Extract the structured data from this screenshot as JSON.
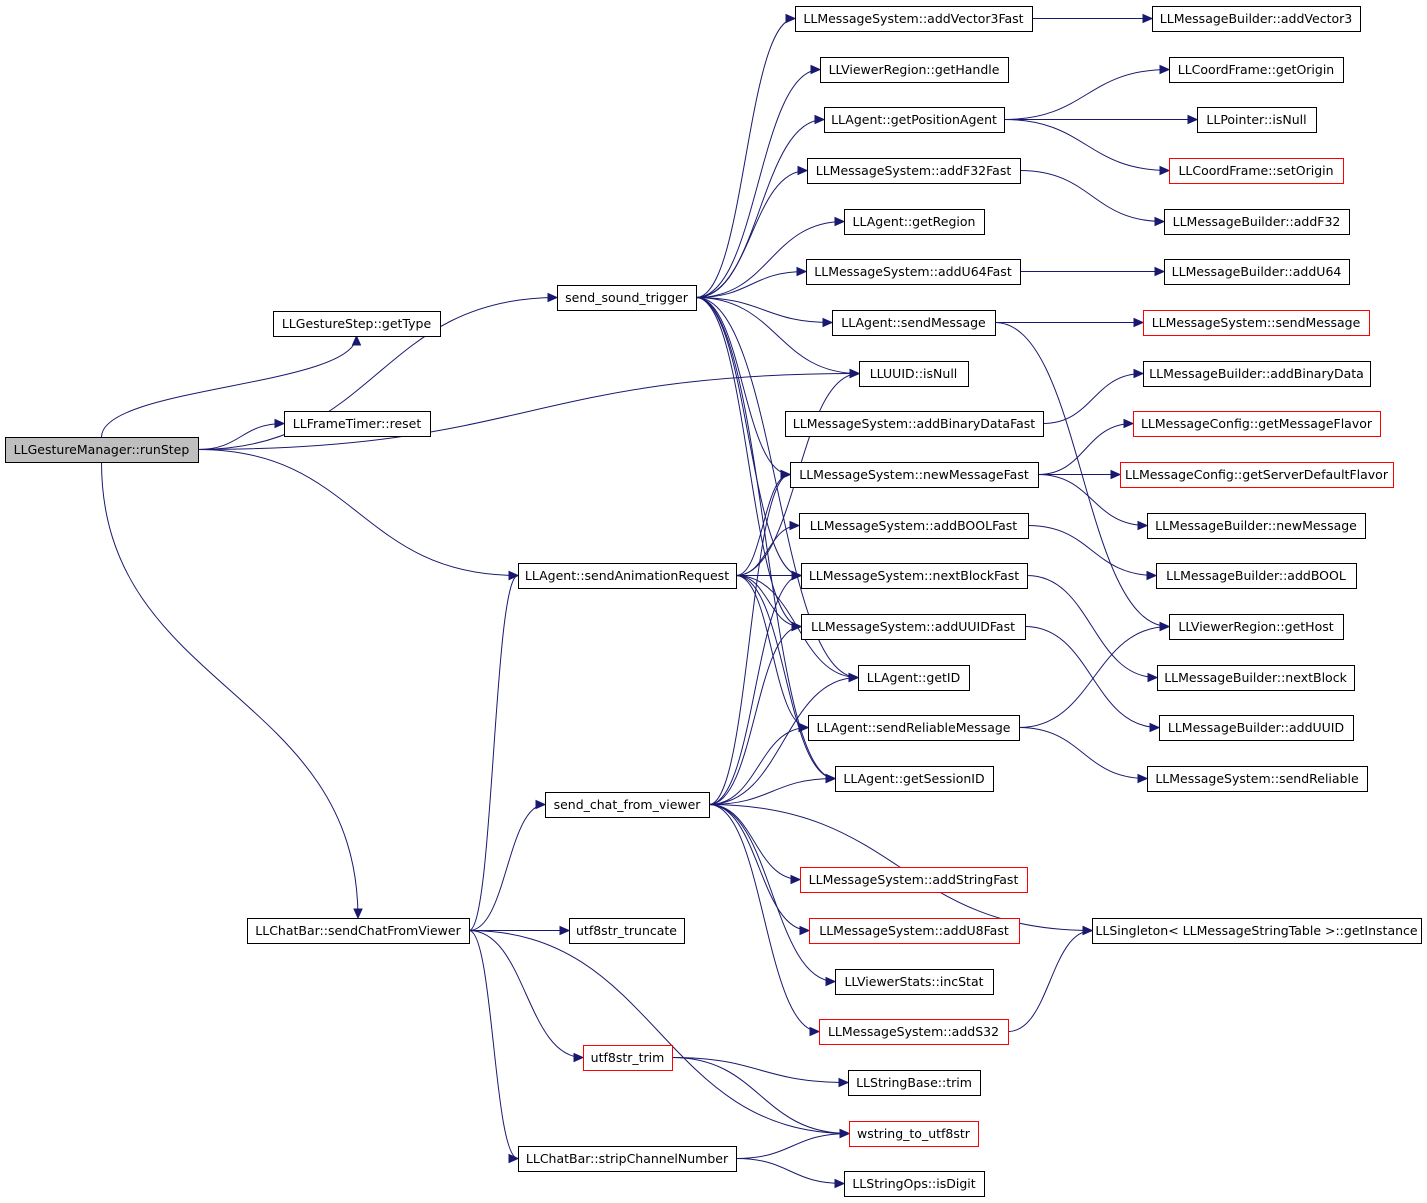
{
  "colors": {
    "edge": "#191970",
    "root_fill": "#bfbfbf",
    "external_border": "#ff0000",
    "node_border": "#000000"
  },
  "nodes": [
    {
      "id": "runStep",
      "label": "LLGestureManager::runStep",
      "root": true
    },
    {
      "id": "getType",
      "label": "LLGestureStep::getType"
    },
    {
      "id": "reset",
      "label": "LLFrameTimer::reset"
    },
    {
      "id": "sst",
      "label": "send_sound_trigger"
    },
    {
      "id": "sar",
      "label": "LLAgent::sendAnimationRequest"
    },
    {
      "id": "scfv",
      "label": "send_chat_from_viewer"
    },
    {
      "id": "cbscfv",
      "label": "LLChatBar::sendChatFromViewer"
    },
    {
      "id": "utrunc",
      "label": "utf8str_truncate"
    },
    {
      "id": "utrim",
      "label": "utf8str_trim",
      "red": true
    },
    {
      "id": "scn",
      "label": "LLChatBar::stripChannelNumber"
    },
    {
      "id": "addV3F",
      "label": "LLMessageSystem::addVector3Fast"
    },
    {
      "id": "getHandle",
      "label": "LLViewerRegion::getHandle"
    },
    {
      "id": "getPos",
      "label": "LLAgent::getPositionAgent"
    },
    {
      "id": "addF32F",
      "label": "LLMessageSystem::addF32Fast"
    },
    {
      "id": "getRegion",
      "label": "LLAgent::getRegion"
    },
    {
      "id": "addU64F",
      "label": "LLMessageSystem::addU64Fast"
    },
    {
      "id": "sendMsg",
      "label": "LLAgent::sendMessage"
    },
    {
      "id": "uuidNull",
      "label": "LLUUID::isNull"
    },
    {
      "id": "addBinF",
      "label": "LLMessageSystem::addBinaryDataFast"
    },
    {
      "id": "newMsgF",
      "label": "LLMessageSystem::newMessageFast"
    },
    {
      "id": "addBoolF",
      "label": "LLMessageSystem::addBOOLFast"
    },
    {
      "id": "nextBlkF",
      "label": "LLMessageSystem::nextBlockFast"
    },
    {
      "id": "addUUIDF",
      "label": "LLMessageSystem::addUUIDFast"
    },
    {
      "id": "getID",
      "label": "LLAgent::getID"
    },
    {
      "id": "sendRel",
      "label": "LLAgent::sendReliableMessage"
    },
    {
      "id": "getSess",
      "label": "LLAgent::getSessionID"
    },
    {
      "id": "addStrF",
      "label": "LLMessageSystem::addStringFast",
      "red": true
    },
    {
      "id": "addU8F",
      "label": "LLMessageSystem::addU8Fast",
      "red": true
    },
    {
      "id": "incStat",
      "label": "LLViewerStats::incStat"
    },
    {
      "id": "addS32",
      "label": "LLMessageSystem::addS32",
      "red": true
    },
    {
      "id": "sbTrim",
      "label": "LLStringBase::trim"
    },
    {
      "id": "wsu8",
      "label": "wstring_to_utf8str",
      "red": true
    },
    {
      "id": "isDigit",
      "label": "LLStringOps::isDigit"
    },
    {
      "id": "mbV3",
      "label": "LLMessageBuilder::addVector3"
    },
    {
      "id": "cfGetO",
      "label": "LLCoordFrame::getOrigin"
    },
    {
      "id": "ptrNull",
      "label": "LLPointer::isNull"
    },
    {
      "id": "cfSetO",
      "label": "LLCoordFrame::setOrigin",
      "red": true
    },
    {
      "id": "mbF32",
      "label": "LLMessageBuilder::addF32"
    },
    {
      "id": "mbU64",
      "label": "LLMessageBuilder::addU64"
    },
    {
      "id": "msSend",
      "label": "LLMessageSystem::sendMessage",
      "red": true
    },
    {
      "id": "mbBin",
      "label": "LLMessageBuilder::addBinaryData"
    },
    {
      "id": "mcFlav",
      "label": "LLMessageConfig::getMessageFlavor",
      "red": true
    },
    {
      "id": "mcSrv",
      "label": "LLMessageConfig::getServerDefaultFlavor",
      "red": true
    },
    {
      "id": "mbNew",
      "label": "LLMessageBuilder::newMessage"
    },
    {
      "id": "mbBool",
      "label": "LLMessageBuilder::addBOOL"
    },
    {
      "id": "getHost",
      "label": "LLViewerRegion::getHost"
    },
    {
      "id": "mbNext",
      "label": "LLMessageBuilder::nextBlock"
    },
    {
      "id": "mbUUID",
      "label": "LLMessageBuilder::addUUID"
    },
    {
      "id": "msRel",
      "label": "LLMessageSystem::sendReliable"
    },
    {
      "id": "singleton",
      "label": "LLSingleton< LLMessageStringTable >::getInstance"
    }
  ],
  "edges": [
    [
      "runStep",
      "getType"
    ],
    [
      "runStep",
      "sst"
    ],
    [
      "runStep",
      "reset"
    ],
    [
      "runStep",
      "uuidNull"
    ],
    [
      "runStep",
      "sar"
    ],
    [
      "runStep",
      "cbscfv"
    ],
    [
      "sst",
      "addV3F"
    ],
    [
      "sst",
      "getHandle"
    ],
    [
      "sst",
      "getPos"
    ],
    [
      "sst",
      "addF32F"
    ],
    [
      "sst",
      "getRegion"
    ],
    [
      "sst",
      "addU64F"
    ],
    [
      "sst",
      "sendMsg"
    ],
    [
      "sst",
      "uuidNull"
    ],
    [
      "sst",
      "newMsgF"
    ],
    [
      "sst",
      "nextBlkF"
    ],
    [
      "sst",
      "addUUIDF"
    ],
    [
      "sst",
      "getID"
    ],
    [
      "sst",
      "getSess"
    ],
    [
      "sar",
      "uuidNull"
    ],
    [
      "sar",
      "newMsgF"
    ],
    [
      "sar",
      "addBoolF"
    ],
    [
      "sar",
      "nextBlkF"
    ],
    [
      "sar",
      "addUUIDF"
    ],
    [
      "sar",
      "getID"
    ],
    [
      "sar",
      "sendRel"
    ],
    [
      "sar",
      "getSess"
    ],
    [
      "scfv",
      "nextBlkF"
    ],
    [
      "scfv",
      "addUUIDF"
    ],
    [
      "scfv",
      "getID"
    ],
    [
      "scfv",
      "sendRel"
    ],
    [
      "scfv",
      "getSess"
    ],
    [
      "scfv",
      "newMsgF"
    ],
    [
      "scfv",
      "addStrF"
    ],
    [
      "scfv",
      "addU8F"
    ],
    [
      "scfv",
      "incStat"
    ],
    [
      "scfv",
      "addS32"
    ],
    [
      "scfv",
      "singleton"
    ],
    [
      "cbscfv",
      "sar"
    ],
    [
      "cbscfv",
      "scfv"
    ],
    [
      "cbscfv",
      "utrunc"
    ],
    [
      "cbscfv",
      "utrim"
    ],
    [
      "cbscfv",
      "wsu8"
    ],
    [
      "cbscfv",
      "scn"
    ],
    [
      "utrim",
      "sbTrim"
    ],
    [
      "utrim",
      "wsu8"
    ],
    [
      "scn",
      "wsu8"
    ],
    [
      "scn",
      "isDigit"
    ],
    [
      "addV3F",
      "mbV3"
    ],
    [
      "getPos",
      "cfGetO"
    ],
    [
      "getPos",
      "ptrNull"
    ],
    [
      "getPos",
      "cfSetO"
    ],
    [
      "addF32F",
      "mbF32"
    ],
    [
      "addU64F",
      "mbU64"
    ],
    [
      "sendMsg",
      "msSend"
    ],
    [
      "sendMsg",
      "getHost"
    ],
    [
      "addBinF",
      "mbBin"
    ],
    [
      "newMsgF",
      "mcFlav"
    ],
    [
      "newMsgF",
      "mcSrv"
    ],
    [
      "newMsgF",
      "mbNew"
    ],
    [
      "addBoolF",
      "mbBool"
    ],
    [
      "nextBlkF",
      "mbNext"
    ],
    [
      "addUUIDF",
      "mbUUID"
    ],
    [
      "sendRel",
      "getHost"
    ],
    [
      "sendRel",
      "msRel"
    ],
    [
      "addS32",
      "singleton"
    ]
  ]
}
